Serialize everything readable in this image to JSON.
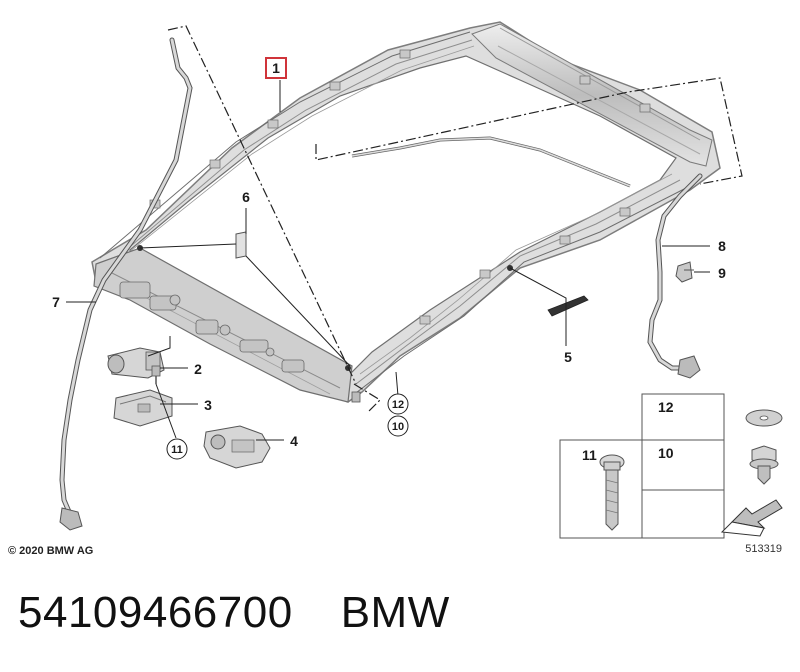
{
  "diagram": {
    "callouts": [
      {
        "id": "1",
        "label": "1"
      },
      {
        "id": "2",
        "label": "2"
      },
      {
        "id": "3",
        "label": "3"
      },
      {
        "id": "4",
        "label": "4"
      },
      {
        "id": "5",
        "label": "5"
      },
      {
        "id": "6",
        "label": "6"
      },
      {
        "id": "7",
        "label": "7"
      },
      {
        "id": "8",
        "label": "8"
      },
      {
        "id": "9",
        "label": "9"
      }
    ],
    "circled_refs": {
      "ref_11": "11",
      "ref_12": "12",
      "ref_10": "10"
    },
    "hardware_legend": {
      "cell_12": "12",
      "cell_11": "11",
      "cell_10": "10"
    },
    "copyright": "© 2020 BMW AG",
    "image_number": "513319"
  },
  "footer": {
    "part_number": "54109466700",
    "brand": "BMW"
  },
  "colors": {
    "frame_fill": "#d9d9d9",
    "frame_stroke": "#8a8a8a",
    "highlight_box": "#d0343a",
    "line": "#333333"
  }
}
